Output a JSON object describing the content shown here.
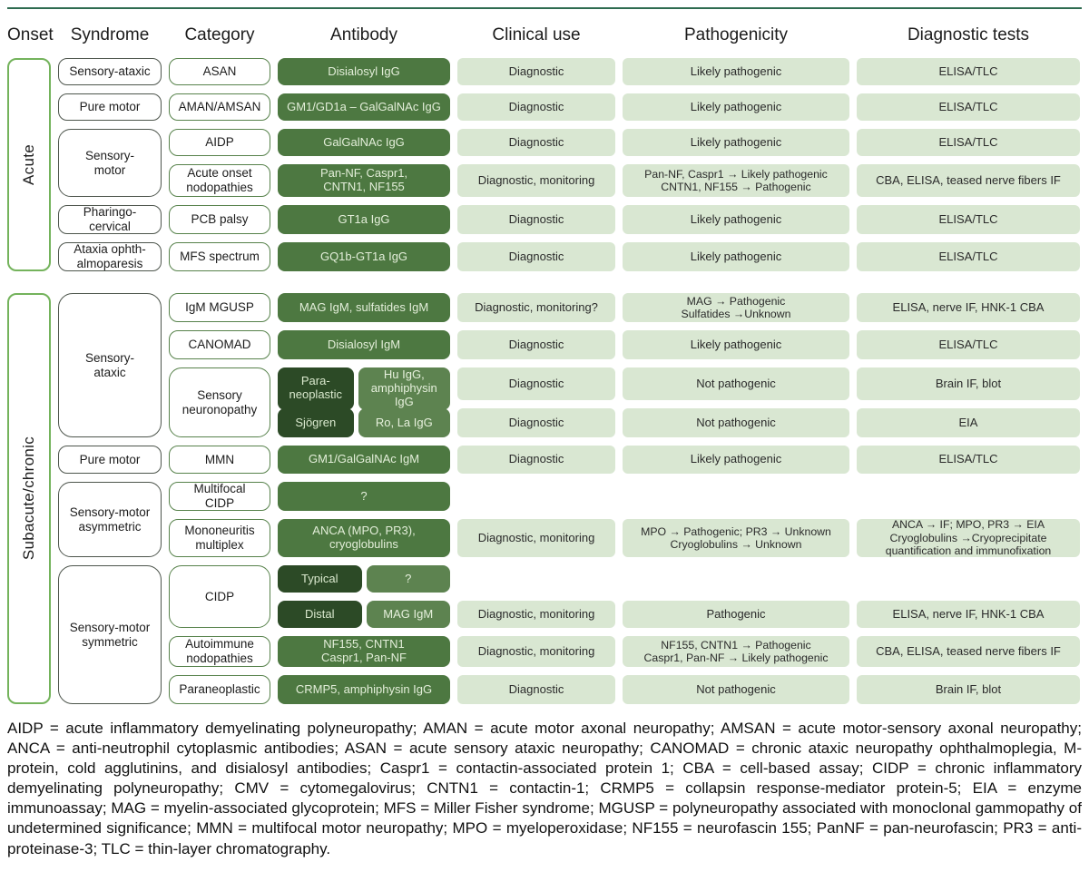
{
  "columns": [
    "Onset",
    "Syndrome",
    "Category",
    "Antibody",
    "Clinical use",
    "Pathogenicity",
    "Diagnostic tests"
  ],
  "colors": {
    "top_rule": "#2e6b50",
    "onset_border": "#74b35c",
    "antibody_green": "#4d7841",
    "antibody_dark_green": "#2c4a26",
    "antibody_mid_green": "#5d8350",
    "light_cell_green": "#d9e7d2"
  },
  "onset": {
    "acute": "Acute",
    "chronic": "Subacute/chronic"
  },
  "syn": {
    "a_sensory_ataxic": "Sensory-ataxic",
    "a_pure_motor": "Pure motor",
    "a_sensory_motor": "Sensory-\nmotor",
    "pharingo": "Pharingo-\ncervical",
    "ataxia": "Ataxia ophth-\nalmoparesis",
    "c_sensory_ataxic": "Sensory-\nataxic",
    "c_pure_motor": "Pure motor",
    "sm_asymmetric": "Sensory-motor\nasymmetric",
    "sm_symmetric": "Sensory-motor\nsymmetric"
  },
  "cat": {
    "r1": "ASAN",
    "r2": "AMAN/AMSAN",
    "r3": "AIDP",
    "r4": "Acute onset\nnodopathies",
    "r5": "PCB palsy",
    "r6": "MFS spectrum",
    "r7": "IgM MGUSP",
    "r8": "CANOMAD",
    "r9": "Sensory\nneuronopathy",
    "r11": "MMN",
    "r12": "Multifocal\nCIDP",
    "r13": "Mononeuritis\nmultiplex",
    "r14": "CIDP",
    "r16": "Autoimmune\nnodopathies",
    "r17": "Paraneoplastic"
  },
  "ab": {
    "r1": "Disialosyl IgG",
    "r2": "GM1/GD1a – GalGalNAc IgG",
    "r3": "GalGalNAc IgG",
    "r4": "Pan-NF, Caspr1,\nCNTN1, NF155",
    "r5": "GT1a IgG",
    "r6": "GQ1b-GT1a IgG",
    "r7": "MAG IgM, sulfatides IgM",
    "r8": "Disialosyl IgM",
    "r9_left": "Para-\nneoplastic",
    "r9_right": "Hu IgG,\namphiphysin IgG",
    "r10_left": "Sjögren",
    "r10_right": "Ro, La IgG",
    "r11": "GM1/GalGalNAc IgM",
    "r12": "?",
    "r13": "ANCA (MPO, PR3),\ncryoglobulins",
    "r14_left": "Typical",
    "r14_right": "?",
    "r15_left": "Distal",
    "r15_right": "MAG IgM",
    "r16": "NF155, CNTN1\nCaspr1, Pan-NF",
    "r17": "CRMP5, amphiphysin IgG"
  },
  "use": {
    "r1": "Diagnostic",
    "r2": "Diagnostic",
    "r3": "Diagnostic",
    "r4": "Diagnostic, monitoring",
    "r5": "Diagnostic",
    "r6": "Diagnostic",
    "r7": "Diagnostic, monitoring?",
    "r8": "Diagnostic",
    "r9": "Diagnostic",
    "r10": "Diagnostic",
    "r11": "Diagnostic",
    "r13": "Diagnostic, monitoring",
    "r15": "Diagnostic, monitoring",
    "r16": "Diagnostic, monitoring",
    "r17": "Diagnostic"
  },
  "pg": {
    "r1": "Likely pathogenic",
    "r2": "Likely pathogenic",
    "r3": "Likely pathogenic",
    "r4": "Pan-NF, Caspr1 → Likely pathogenic\nCNTN1, NF155 → Pathogenic",
    "r5": "Likely pathogenic",
    "r6": "Likely pathogenic",
    "r7": "MAG → Pathogenic\nSulfatides →Unknown",
    "r8": "Likely pathogenic",
    "r9": "Not pathogenic",
    "r10": "Not pathogenic",
    "r11": "Likely pathogenic",
    "r13": "MPO → Pathogenic; PR3 → Unknown\nCryoglobulins → Unknown",
    "r15": "Pathogenic",
    "r16": "NF155, CNTN1 → Pathogenic\nCaspr1, Pan-NF → Likely pathogenic",
    "r17": "Not pathogenic"
  },
  "dt": {
    "r1": "ELISA/TLC",
    "r2": "ELISA/TLC",
    "r3": "ELISA/TLC",
    "r4": "CBA, ELISA, teased nerve fibers IF",
    "r5": "ELISA/TLC",
    "r6": "ELISA/TLC",
    "r7": "ELISA, nerve IF, HNK-1 CBA",
    "r8": "ELISA/TLC",
    "r9": "Brain IF, blot",
    "r10": "EIA",
    "r11": "ELISA/TLC",
    "r13": "ANCA → IF; MPO, PR3 → EIA\nCryoglobulins →Cryoprecipitate\nquantification and immunofixation",
    "r15": "ELISA, nerve IF, HNK-1 CBA",
    "r16": "CBA, ELISA, teased nerve fibers IF",
    "r17": "Brain IF, blot"
  },
  "footer": "AIDP = acute inflammatory demyelinating polyneuropathy; AMAN = acute motor axonal neuropathy; AMSAN = acute motor-sensory axonal neuropathy; ANCA = anti-neutrophil cytoplasmic antibodies; ASAN = acute sensory ataxic neuropathy; CANOMAD = chronic ataxic neuropathy ophthalmoplegia, M-protein, cold agglutinins, and disialosyl antibodies; Caspr1 = contactin-associated protein 1; CBA = cell-based assay; CIDP = chronic inflammatory demyelinating polyneuropathy; CMV = cytomegalovirus; CNTN1 = contactin-1; CRMP5 = collapsin response-mediator protein-5; EIA = enzyme immunoassay; MAG = myelin-associated glycoprotein; MFS = Miller Fisher syndrome; MGUSP = polyneuropathy associated with monoclonal gammopathy of undetermined significance; MMN = multifocal motor neuropathy; MPO = myeloperoxidase; NF155 = neurofascin 155; PanNF = pan-neurofascin; PR3 = anti-proteinase-3; TLC = thin-layer chromatography."
}
